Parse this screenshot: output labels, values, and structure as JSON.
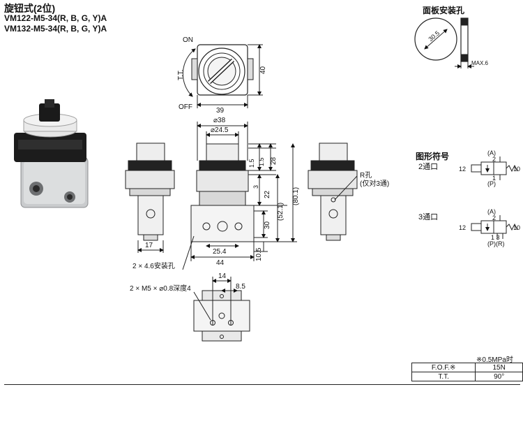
{
  "title": {
    "main": "旋钮式(2位)",
    "model_1": "VM122-M5-34(R, B, G, Y)A",
    "model_2": "VM132-M5-34(R, B, G, Y)A"
  },
  "panel_mount": {
    "title": "面板安装孔",
    "dia_label": "30.5",
    "max_label": "MAX.6"
  },
  "top_view": {
    "on_label": "ON",
    "off_label": "OFF",
    "tt_label": "T.T.",
    "width_label": "39",
    "height_label": "40"
  },
  "front_view": {
    "d38": "⌀38",
    "d245": "⌀24.5",
    "dim_15a": "1.5",
    "dim_15b": "1.5",
    "dim_28": "28",
    "dim_3": "3",
    "dim_22": "22",
    "dim_521": "(52.1)",
    "dim_801": "(80.1)",
    "dim_30": "30",
    "dim_105": "10.5",
    "dim_254": "25.4",
    "dim_44": "44",
    "mount_hole": "2 × 4.6安装孔"
  },
  "side_view": {
    "dim_17": "17",
    "r_port": "R孔",
    "r_note": "(仅对3通)"
  },
  "bottom_view": {
    "callout": "2 × M5 × ⌀0.8深度4",
    "dim_14": "14",
    "dim_85": "8.5"
  },
  "symbols": {
    "title": "图形符号",
    "two_port": "2通口",
    "three_port": "3通口",
    "a_label": "(A)",
    "p_label": "(P)",
    "pr_label": "(P)(R)",
    "n2": "2",
    "n1": "1",
    "n12": "12",
    "n10": "10",
    "n13": "1 3"
  },
  "spec": {
    "note": "※0.5MPa时",
    "rows": [
      {
        "key": "F.O.F.※",
        "value": "15N"
      },
      {
        "key": "T.T.",
        "value": "90°"
      }
    ]
  }
}
